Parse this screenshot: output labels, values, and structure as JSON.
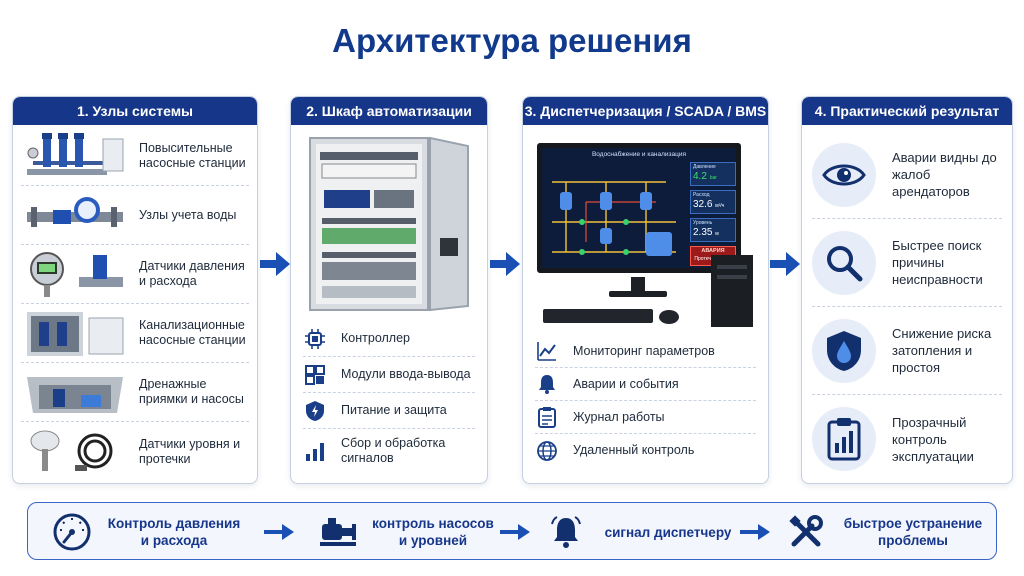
{
  "title": "Архитектура решения",
  "colors": {
    "brand": "#16368a",
    "accent": "#1a5fd0",
    "light": "#e6edf8"
  },
  "panels": {
    "nodes": {
      "title": "1. Узлы системы",
      "items": [
        {
          "label": "Повысительные насосные станции",
          "icon": "pump-station-image"
        },
        {
          "label": "Узлы учета воды",
          "icon": "water-meter-image"
        },
        {
          "label": "Датчики давления и расхода",
          "icon": "pressure-sensor-image"
        },
        {
          "label": "Канализационные насосные станции",
          "icon": "sewage-station-image"
        },
        {
          "label": "Дренажные приямки и насосы",
          "icon": "drainage-pit-image"
        },
        {
          "label": "Датчики уровня и протечки",
          "icon": "level-sensor-image"
        }
      ]
    },
    "cabinet": {
      "title": "2. Шкаф автоматизации",
      "items": [
        {
          "label": "Контроллер",
          "icon": "cpu-icon"
        },
        {
          "label": "Модули ввода-вывода",
          "icon": "modules-icon"
        },
        {
          "label": "Питание и защита",
          "icon": "power-shield-icon"
        },
        {
          "label": "Сбор и обработка сигналов",
          "icon": "signal-bars-icon"
        }
      ]
    },
    "scada": {
      "title": "3. Диспетчеризация / SCADA / BMS",
      "screen": {
        "header": "Водоснабжение и канализация",
        "values": [
          {
            "label": "Давление",
            "value": "4.2",
            "unit": "bar"
          },
          {
            "label": "Расход",
            "value": "32.6",
            "unit": "м³/ч"
          },
          {
            "label": "Уровень",
            "value": "2.35",
            "unit": "м"
          }
        ],
        "alarm": {
          "title": "АВАРИЯ",
          "text": "Протечка в КНС"
        }
      },
      "items": [
        {
          "label": "Мониторинг параметров",
          "icon": "chart-line-icon"
        },
        {
          "label": "Аварии и события",
          "icon": "bell-icon"
        },
        {
          "label": "Журнал работы",
          "icon": "clipboard-icon"
        },
        {
          "label": "Удаленный контроль",
          "icon": "globe-icon"
        }
      ]
    },
    "results": {
      "title": "4. Практический результат",
      "items": [
        {
          "label": "Аварии видны до жалоб арендаторов",
          "icon": "eye-icon"
        },
        {
          "label": "Быстрее поиск причины неисправности",
          "icon": "magnifier-icon"
        },
        {
          "label": "Снижение риска затопления и простоя",
          "icon": "shield-drop-icon"
        },
        {
          "label": "Прозрачный контроль эксплуатации",
          "icon": "report-clipboard-icon"
        }
      ]
    }
  },
  "flow": [
    {
      "label": "Контроль давления и расхода",
      "icon": "gauge-icon"
    },
    {
      "label": "контроль насосов и уровней",
      "icon": "pump-icon"
    },
    {
      "label": "сигнал диспетчеру",
      "icon": "alarm-bell-icon"
    },
    {
      "label": "быстрое устранение проблемы",
      "icon": "tools-icon"
    }
  ]
}
